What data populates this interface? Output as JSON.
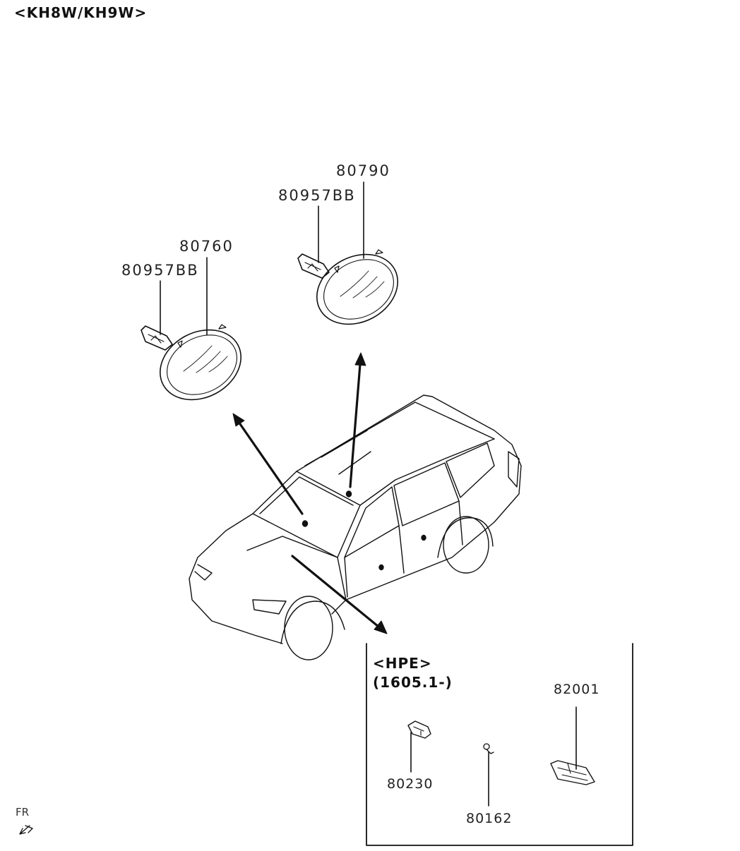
{
  "header": {
    "model_code": "<KH8W/KH9W>"
  },
  "parts": {
    "lamp_left": {
      "lamp_no": "80760",
      "bulb_no": "80957BB"
    },
    "lamp_right": {
      "lamp_no": "80790",
      "bulb_no": "80957BB"
    }
  },
  "detail_box": {
    "title": "<HPE>",
    "date_range": "(1605.1-)",
    "part_a": "80230",
    "part_b": "80162",
    "part_c": "82001"
  },
  "orientation": {
    "label": "FR"
  }
}
